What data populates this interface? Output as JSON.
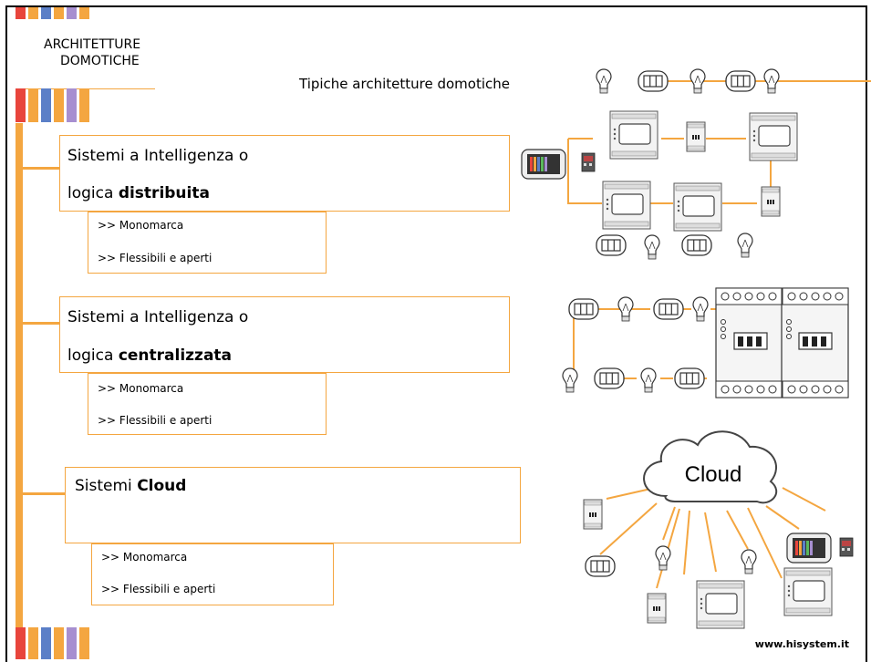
{
  "section": {
    "title_line1": "ARCHITETTURE",
    "title_line2": "DOMOTICHE"
  },
  "subtitle": "Tipiche architetture domotiche",
  "footer": {
    "url": "www.hisystem.it"
  },
  "stripe_colors": [
    "#e8453c",
    "#f4a640",
    "#5b7fc7",
    "#f4a640",
    "#a78fd0",
    "#f4a640"
  ],
  "accent": "#f4a640",
  "architectures": [
    {
      "line1": "Sistemi a Intelligenza o",
      "line2_prefix": "logica ",
      "line2_bold": "distribuita",
      "items": [
        ">> Monomarca",
        ">> Flessibili e aperti"
      ]
    },
    {
      "line1": "Sistemi a Intelligenza o",
      "line2_prefix": "logica ",
      "line2_bold": "centralizzata",
      "items": [
        ">> Monomarca",
        ">> Flessibili e aperti"
      ]
    },
    {
      "line1_prefix": "Sistemi ",
      "line1_bold": "Cloud",
      "items": [
        ">> Monomarca",
        ">> Flessibili e aperti"
      ]
    }
  ],
  "cloud_label": "Cloud"
}
